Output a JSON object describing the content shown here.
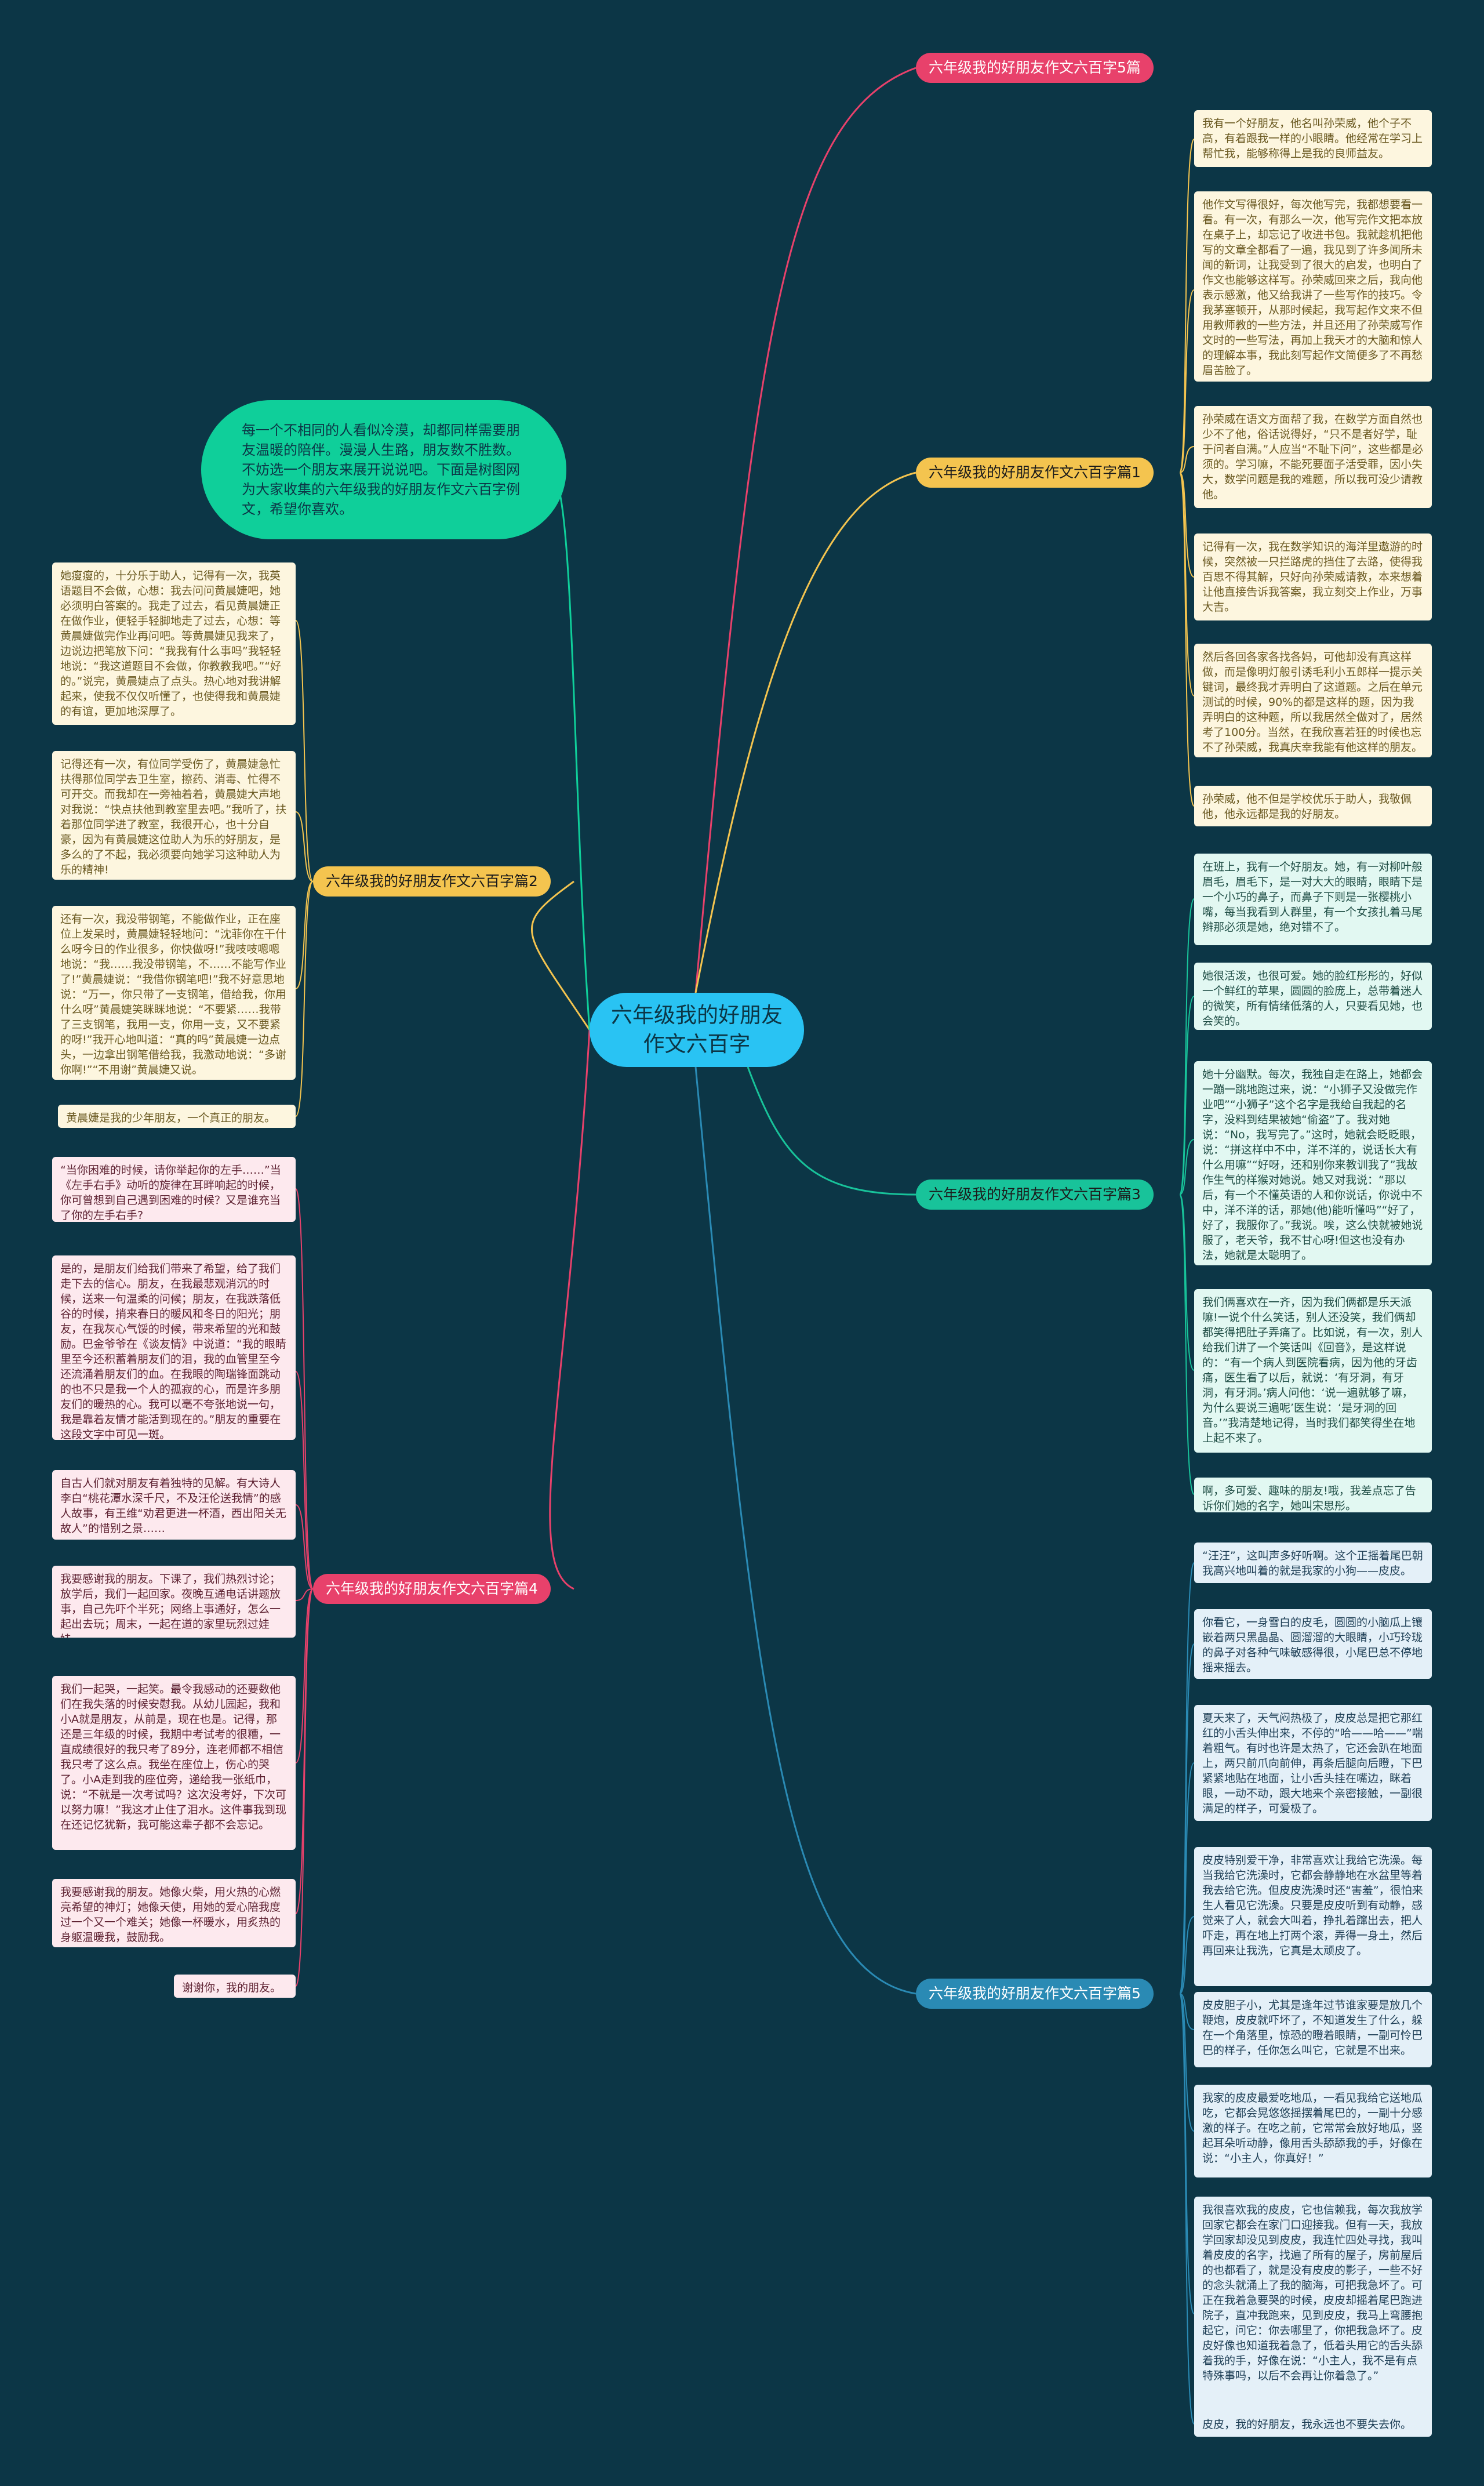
{
  "center": "六年级我的好朋友作文六百字",
  "intro": "每一个不相同的人看似冷漠，却都同样需要朋友温暖的陪伴。漫漫人生路，朋友数不胜数。不妨选一个朋友来展开说说吧。下面是树图网为大家收集的六年级我的好朋友作文六百字例文，希望你喜欢。",
  "colors": {
    "background": "#0c3646",
    "center": "#29c3f3",
    "intro": "#0fcf9a",
    "branch5": "#e8416b",
    "branch1": "#f4c44f",
    "branch3": "#18c39a",
    "branch2": "#f4c44f",
    "branch4": "#e8416b",
    "branch5b": "#2a8ab4"
  },
  "branches": [
    {
      "id": "b5top",
      "label": "六年级我的好朋友作文六百字5篇",
      "color": "#e8416b",
      "notes": []
    },
    {
      "id": "b1",
      "label": "六年级我的好朋友作文六百字篇1",
      "color": "#f4c44f",
      "notes": [
        "我有一个好朋友，他名叫孙荣威，他个子不高，有着跟我一样的小眼睛。他经常在学习上帮忙我，能够称得上是我的良师益友。",
        "他作文写得很好，每次他写完，我都想要看一看。有一次，有那么一次，他写完作文把本放在桌子上，却忘记了收进书包。我就趁机把他写的文章全都看了一遍，我见到了许多闻所未闻的新词，让我受到了很大的启发，也明白了作文也能够这样写。孙荣威回来之后，我向他表示感激，他又给我讲了一些写作的技巧。令我茅塞顿开，从那时候起，我写起作文来不但用教师教的一些方法，并且还用了孙荣威写作文时的一些写法，再加上我天才的大脑和惊人的理解本事，我此刻写起作文简便多了不再愁眉苦脸了。",
        "孙荣威在语文方面帮了我，在数学方面自然也少不了他，俗话说得好，“只不是者好学，耻于问者自满。”人应当“不耻下问”，这些都是必须的。学习嘛，不能死要面子活受罪，因小失大，数学问题是我的难题，所以我可没少请教他。",
        "记得有一次，我在数学知识的海洋里遨游的时候，突然被一只拦路虎的挡住了去路，使得我百思不得其解，只好向孙荣威请教，本来想着让他直接告诉我答案，我立刻交上作业，万事大吉。",
        "然后各回各家各找各妈，可他却没有真这样做，而是像明灯般引诱毛利小五郎样一提示关键词，最终我才弄明白了这道题。之后在单元测试的时候，90%的都是这样的题，因为我弄明白的这种题，所以我居然全做对了，居然考了100分。当然，在我欣喜若狂的时候也忘不了孙荣威，我真庆幸我能有他这样的朋友。",
        "孙荣威，他不但是学校优乐于助人，我敬佩他，他永远都是我的好朋友。"
      ]
    },
    {
      "id": "b2",
      "label": "六年级我的好朋友作文六百字篇2",
      "color": "#f4c44f",
      "notes": [
        "她瘦瘦的，十分乐于助人，记得有一次，我英语题目不会做，心想：我去问问黄晨婕吧，她必须明白答案的。我走了过去，看见黄晨婕正在做作业，便轻手轻脚地走了过去，心想：等黄晨婕做完作业再问吧。等黄晨婕见我来了，边说边把笔放下问：“我我有什么事吗”我轻轻地说：“我这道题目不会做，你教教我吧。”“好的。”说完，黄晨婕点了点头。热心地对我讲解起来，使我不仅仅听懂了，也使得我和黄晨婕的有谊，更加地深厚了。",
        "记得还有一次，有位同学受伤了，黄晨婕急忙扶得那位同学去卫生室，擦药、消毒、忙得不可开交。而我却在一旁袖着着，黄晨婕大声地对我说：“快点扶他到教室里去吧。”我听了，扶着那位同学进了教室，我很开心，也十分自豪，因为有黄晨婕这位助人为乐的好朋友，是多么的了不起，我必须要向她学习这种助人为乐的精神!",
        "还有一次，我没带钢笔，不能做作业，正在座位上发呆时，黄晨婕轻轻地问：“沈菲你在干什么呀今日的作业很多，你快做呀!”我吱吱嗯嗯地说：“我……我没带钢笔，不……不能写作业了!”黄晨婕说：“我借你钢笔吧!”我不好意思地说：“万一，你只带了一支钢笔，借给我，你用什么呀”黄晨婕笑眯眯地说：“不要紧……我带了三支钢笔，我用一支，你用一支，又不要紧的呀!”我开心地叫道：“真的吗”黄晨婕一边点头，一边拿出钢笔借给我，我激动地说：“多谢你啊!”“不用谢”黄晨婕又说。",
        "黄晨婕是我的少年朋友，一个真正的朋友。"
      ]
    },
    {
      "id": "b3",
      "label": "六年级我的好朋友作文六百字篇3",
      "color": "#18c39a",
      "notes": [
        "在班上，我有一个好朋友。她，有一对柳叶般眉毛，眉毛下，是一对大大的眼睛，眼睛下是一个小巧的鼻子，而鼻子下则是一张樱桃小嘴，每当我看到人群里，有一个女孩扎着马尾辫那必须是她，绝对错不了。",
        "她很活泼，也很可爱。她的脸红彤彤的，好似一个鲜红的苹果，圆圆的脸庞上，总带着迷人的微笑，所有情绪低落的人，只要看见她，也会笑的。",
        "她十分幽默。每次，我独自走在路上，她都会一蹦一跳地跑过来，说：“小狮子又没做完作业吧”“小狮子”这个名字是我给自我起的名字，没料到结果被她“偷盗”了。我对她说：“No，我写完了。”这时，她就会眨眨眼，说：“拼这样中不中，洋不洋的，说话长大有什么用嘛”“好呀，还和别你来教训我了”我故作生气的样猴对她说。她又对我说：“那以后，有一个不懂英语的人和你说话，你说中不中，洋不洋的话，那她(他)能听懂吗”“好了，好了，我服你了。”我说。唉，这么快就被她说服了，老天爷，我不甘心呀!但这也没有办法，她就是太聪明了。",
        "我们俩喜欢在一齐，因为我们俩都是乐天派嘛!一说个什么笑话，别人还没笑，我们俩却都笑得把肚子弄痛了。比如说，有一次，别人给我们讲了一个笑话叫《回音》，是这样说的：“有一个病人到医院看病，因为他的牙齿痛，医生看了以后，就说：‘有牙洞，有牙洞，有牙洞。’病人问他：‘说一遍就够了嘛，为什么要说三遍呢’医生说：‘是牙洞的回音。’”我清楚地记得，当时我们都笑得坐在地上起不来了。",
        "啊，多可爱、趣味的朋友!哦，我差点忘了告诉你们她的名字，她叫宋思彤。"
      ]
    },
    {
      "id": "b4",
      "label": "六年级我的好朋友作文六百字篇4",
      "color": "#e8416b",
      "notes": [
        "“当你困难的时候，请你举起你的左手……”当《左手右手》动听的旋律在耳畔响起的时候，你可曾想到自己遇到困难的时候？又是谁充当了你的左手右手?",
        "是的，是朋友们给我们带来了希望，给了我们走下去的信心。朋友，在我最悲观消沉的时候，送来一句温柔的问候；朋友，在我跌落低谷的时候，捎来春日的暖风和冬日的阳光；朋友，在我灰心气馁的时候，带来希望的光和鼓励。巴金爷爷在《谈友情》中说道：“我的眼睛里至今还积蓄着朋友们的泪，我的血管里至今还流涌着朋友们的血。在我眼的陶瑞锋面跳动的也不只是我一个人的孤寂的心，而是许多朋友们的暖热的心。我可以毫不夸张地说一句，我是靠着友情才能活到现在的。”朋友的重要在这段文字中可见一斑。",
        "自古人们就对朋友有着独特的见解。有大诗人李白“桃花潭水深千尺，不及汪伦送我情”的感人故事，有王维“劝君更进一杯酒，西出阳关无故人”的惜别之景……",
        "我要感谢我的朋友。下课了，我们热烈讨论；放学后，我们一起回家。夜晚互通电话讲题放事，自己先吓个半死；网络上事通好，怎么一起出去玩；周末，一起在道的家里玩烈过娃娃……",
        "我们一起哭，一起笑。最令我感动的还要数他们在我失落的时候安慰我。从幼儿园起，我和小A就是朋友，从前是，现在也是。记得，那还是三年级的时候，我期中考试考的很糟，一直成绩很好的我只考了89分，连老师都不相信我只考了这么点。我坐在座位上，伤心的哭了。小A走到我的座位旁，递给我一张纸巾，说：“不就是一次考试吗？这次没考好，下次可以努力嘛！”我这才止住了泪水。这件事我到现在还记忆犹新，我可能这辈子都不会忘记。",
        "我要感谢我的朋友。她像火柴，用火热的心燃亮希望的神灯；她像天使，用她的爱心陪我度过一个又一个难关；她像一杯暖水，用炙热的身躯温暖我，鼓励我。",
        "谢谢你，我的朋友。"
      ]
    },
    {
      "id": "b5",
      "label": "六年级我的好朋友作文六百字篇5",
      "color": "#2a8ab4",
      "notes": [
        "“汪汪”，这叫声多好听啊。这个正摇着尾巴朝我高兴地叫着的就是我家的小狗——皮皮。",
        "你看它，一身雪白的皮毛，圆圆的小脑瓜上镶嵌着两只黑晶晶、圆溜溜的大眼睛，小巧玲珑的鼻子对各种气味敏感得很，小尾巴总不停地摇来摇去。",
        "夏天来了，天气闷热极了，皮皮总是把它那红红的小舌头伸出来，不停的“哈——哈——”喘着粗气。有时也许是太热了，它还会趴在地面上，两只前爪向前伸，再条后腿向后瞪，下巴紧紧地贴在地面，让小舌头挂在嘴边，眯着眼，一动不动，跟大地来个亲密接触，一副很满足的样子，可爱极了。",
        "皮皮特别爱干净，非常喜欢让我给它洗澡。每当我给它洗澡时，它都会静静地在水盆里等着我去给它洗。但皮皮洗澡时还“害羞”，很怕来生人看见它洗澡。只要是皮皮听到有动静，感觉来了人，就会大叫着，挣扎着蹿出去，把人吓走，再在地上打两个滚，弄得一身土，然后再回来让我洗，它真是太顽皮了。",
        "皮皮胆子小，尤其是逢年过节谁家要是放几个鞭炮，皮皮就吓坏了，不知道发生了什么，躲在一个角落里，惊恐的瞪着眼睛，一副可怜巴巴的样子，任你怎么叫它，它就是不出来。",
        "我家的皮皮最爱吃地瓜，一看见我给它送地瓜吃，它都会晃悠悠摇摆着尾巴的，一副十分感激的样子。在吃之前，它常常会放好地瓜，竖起耳朵听动静，像用舌头舔舔我的手，好像在说：“小主人，你真好！”",
        "我很喜欢我的皮皮，它也信赖我，每次我放学回家它都会在家门口迎接我。但有一天，我放学回家却没见到皮皮，我连忙四处寻找，我叫着皮皮的名字，找遍了所有的屋子，房前屋后的也都看了，就是没有皮皮的影子，一些不好的念头就涌上了我的脑海，可把我急坏了。可正在我着急要哭的时候，皮皮却摇着尾巴跑进院子，直冲我跑来，见到皮皮，我马上弯腰抱起它，问它：你去哪里了，你把我急坏了。皮皮好像也知道我着急了，低着头用它的舌头舔着我的手，好像在说：“小主人，我不是有点特殊事吗，以后不会再让你着急了。”",
        "皮皮，我的好朋友，我永远也不要失去你。"
      ]
    }
  ]
}
